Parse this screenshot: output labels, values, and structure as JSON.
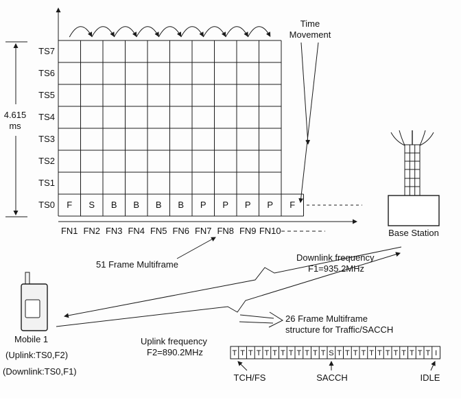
{
  "axis": {
    "time_movement": [
      "Time",
      "Movement"
    ],
    "duration": [
      "4.615",
      "ms"
    ]
  },
  "grid": {
    "row_labels": [
      "TS7",
      "TS6",
      "TS5",
      "TS4",
      "TS3",
      "TS2",
      "TS1",
      "TS0"
    ],
    "ts0_cells": [
      "F",
      "S",
      "B",
      "B",
      "B",
      "B",
      "P",
      "P",
      "P",
      "P"
    ],
    "overflow_cell": "F",
    "frame_labels": [
      "FN1",
      "FN2",
      "FN3",
      "FN4",
      "FN5",
      "FN6",
      "FN7",
      "FN8",
      "FN9",
      "FN10"
    ],
    "multiframe_label": "51 Frame Multiframe"
  },
  "links": {
    "downlink": [
      "Downlink frequency",
      "F1=935.2MHz"
    ],
    "uplink": [
      "Uplink frequency",
      "F2=890.2MHz"
    ]
  },
  "base_station": {
    "label": "Base Station"
  },
  "mobile": {
    "label": "Mobile 1",
    "uplink_assignment": "(Uplink:TS0,F2)",
    "downlink_assignment": "(Downlink:TS0,F1)"
  },
  "multiframe26": {
    "title": [
      "26 Frame Multiframe",
      "structure for Traffic/SACCH"
    ],
    "cells": [
      "T",
      "T",
      "T",
      "T",
      "T",
      "T",
      "T",
      "T",
      "T",
      "T",
      "T",
      "T",
      "S",
      "T",
      "T",
      "T",
      "T",
      "T",
      "T",
      "T",
      "T",
      "T",
      "T",
      "T",
      "T",
      "I"
    ],
    "labels": {
      "tch": "TCH/FS",
      "sacch": "SACCH",
      "idle": "IDLE"
    }
  },
  "colors": {
    "ink": "#1a1a1a",
    "background": "#fdfdfd"
  }
}
